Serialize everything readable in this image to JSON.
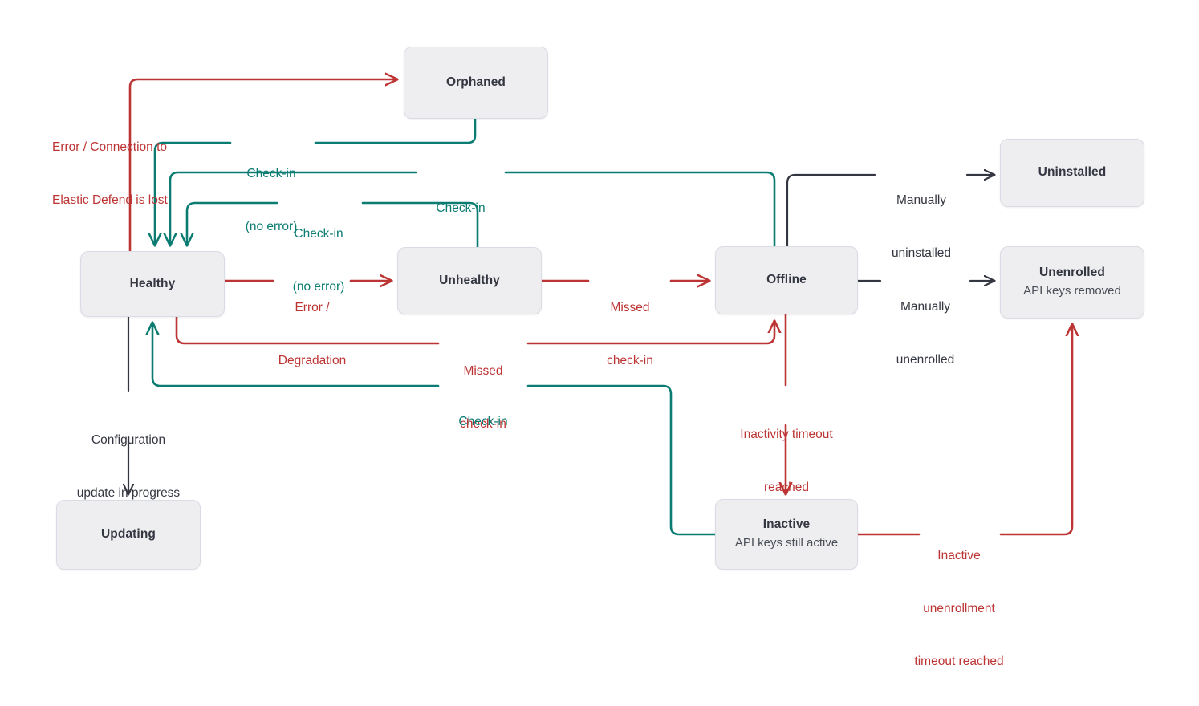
{
  "diagram": {
    "kind": "state-transition-diagram",
    "background": "#ffffff",
    "colors": {
      "error_red": "#BC3433",
      "checkin_green": "#0B7C72",
      "neutral_black": "#343741",
      "node_fill": "#EEEEF0",
      "node_border": "#D9DCE4",
      "node_text": "#343741"
    },
    "nodes": [
      {
        "id": "orphaned",
        "title": "Orphaned",
        "sub": ""
      },
      {
        "id": "healthy",
        "title": "Healthy",
        "sub": ""
      },
      {
        "id": "unhealthy",
        "title": "Unhealthy",
        "sub": ""
      },
      {
        "id": "offline",
        "title": "Offline",
        "sub": ""
      },
      {
        "id": "uninstalled",
        "title": "Uninstalled",
        "sub": ""
      },
      {
        "id": "unenrolled",
        "title": "Unenrolled",
        "sub": "API keys removed"
      },
      {
        "id": "updating",
        "title": "Updating",
        "sub": ""
      },
      {
        "id": "inactive",
        "title": "Inactive",
        "sub": "API keys still active"
      }
    ],
    "edges": [
      {
        "id": "healthy-to-orphaned",
        "from": "healthy",
        "to": "orphaned",
        "color": "error_red",
        "label": "Error / Connection to\nElastic Defend is lost"
      },
      {
        "id": "orphaned-to-healthy",
        "from": "orphaned",
        "to": "healthy",
        "color": "checkin_green",
        "label": "Check-in\n(no error)"
      },
      {
        "id": "offline-to-healthy",
        "from": "offline",
        "to": "healthy",
        "color": "checkin_green",
        "label": "Check-in"
      },
      {
        "id": "unhealthy-to-healthy",
        "from": "unhealthy",
        "to": "healthy",
        "color": "checkin_green",
        "label": "Check-in\n(no error)"
      },
      {
        "id": "healthy-to-unhealthy",
        "from": "healthy",
        "to": "unhealthy",
        "color": "error_red",
        "label": "Error /\nDegradation"
      },
      {
        "id": "unhealthy-to-offline",
        "from": "unhealthy",
        "to": "offline",
        "color": "error_red",
        "label": "Missed\ncheck-in"
      },
      {
        "id": "healthy-to-offline",
        "from": "healthy",
        "to": "offline",
        "color": "error_red",
        "label": "Missed\ncheck-in"
      },
      {
        "id": "offline-to-uninstalled",
        "from": "offline",
        "to": "uninstalled",
        "color": "neutral_black",
        "label": "Manually\nuninstalled"
      },
      {
        "id": "offline-to-unenrolled",
        "from": "offline",
        "to": "unenrolled",
        "color": "neutral_black",
        "label": "Manually\nunenrolled"
      },
      {
        "id": "healthy-to-updating",
        "from": "healthy",
        "to": "updating",
        "color": "neutral_black",
        "label": "Configuration\nupdate in progress"
      },
      {
        "id": "offline-to-inactive",
        "from": "offline",
        "to": "inactive",
        "color": "error_red",
        "label": "Inactivity timeout\nreached"
      },
      {
        "id": "inactive-to-healthy",
        "from": "inactive",
        "to": "healthy",
        "color": "checkin_green",
        "label": "Check-in"
      },
      {
        "id": "inactive-to-unenrolled",
        "from": "inactive",
        "to": "unenrolled",
        "color": "error_red",
        "label": "Inactive\nunenrollment\ntimeout reached"
      }
    ],
    "labels": {
      "error_connection_lost_l1": "Error / Connection to",
      "error_connection_lost_l2": "Elastic Defend is lost",
      "checkin_noerror_top_l1": "Check-in",
      "checkin_noerror_top_l2": "(no error)",
      "checkin_mid": "Check-in",
      "checkin_noerror_mid_l1": "Check-in",
      "checkin_noerror_mid_l2": "(no error)",
      "error_degradation_l1": "Error /",
      "error_degradation_l2": "Degradation",
      "missed_checkin_top_l1": "Missed",
      "missed_checkin_top_l2": "check-in",
      "missed_checkin_low_l1": "Missed",
      "missed_checkin_low_l2": "check-in",
      "manually_uninstalled_l1": "Manually",
      "manually_uninstalled_l2": "uninstalled",
      "manually_unenrolled_l1": "Manually",
      "manually_unenrolled_l2": "unenrolled",
      "config_update_l1": "Configuration",
      "config_update_l2": "update in progress",
      "checkin_bottom": "Check-in",
      "inactivity_timeout_l1": "Inactivity timeout",
      "inactivity_timeout_l2": "reached",
      "inactive_unenrollment_l1": "Inactive",
      "inactive_unenrollment_l2": "unenrollment",
      "inactive_unenrollment_l3": "timeout reached"
    }
  }
}
